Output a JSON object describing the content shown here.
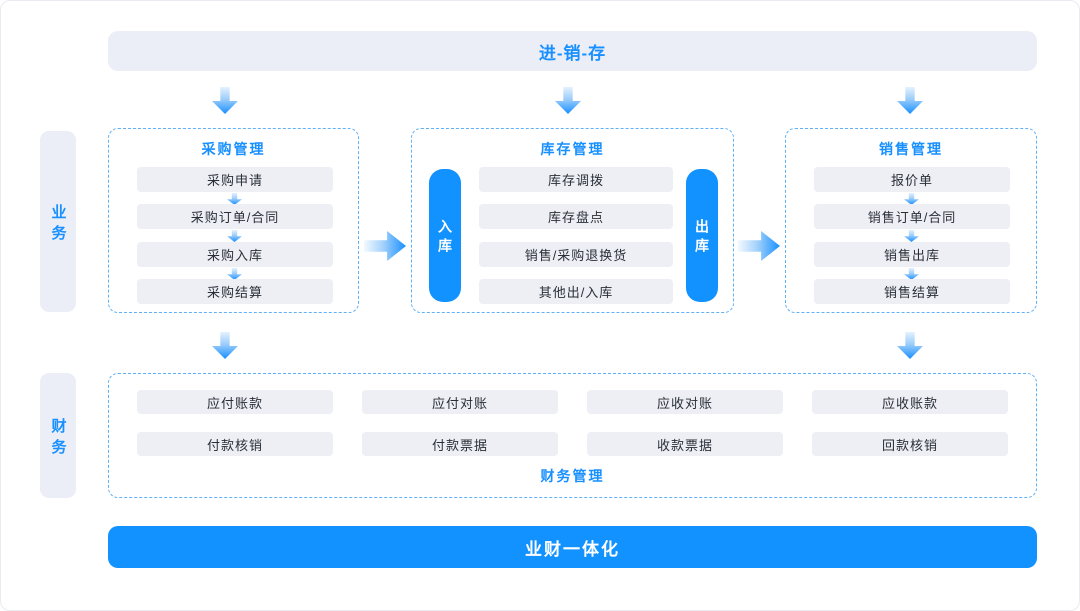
{
  "header": {
    "title": "进-销-存"
  },
  "footer": {
    "title": "业财一体化"
  },
  "sidebar": {
    "business_label": "业务",
    "finance_label": "财务"
  },
  "purchase": {
    "title": "采购管理",
    "items": [
      "采购申请",
      "采购订单/合同",
      "采购入库",
      "采购结算"
    ]
  },
  "inventory": {
    "title": "库存管理",
    "inbound_label": "入库",
    "outbound_label": "出库",
    "items": [
      "库存调拨",
      "库存盘点",
      "销售/采购退换货",
      "其他出/入库"
    ]
  },
  "sales": {
    "title": "销售管理",
    "items": [
      "报价单",
      "销售订单/合同",
      "销售出库",
      "销售结算"
    ]
  },
  "finance": {
    "title": "财务管理",
    "row1": [
      "应付账款",
      "应付对账",
      "应收对账",
      "应收账款"
    ],
    "row2": [
      "付款核销",
      "付款票据",
      "收款票据",
      "回款核销"
    ]
  },
  "icons": {
    "down_arrow": "gradient blue arrow pointing down",
    "right_arrow": "gradient blue arrow pointing right"
  },
  "colors": {
    "accent_blue": "#1890ff",
    "solid_blue": "#1292ff",
    "dashed_border": "#5eb1f7",
    "item_bg": "#edeff5",
    "banner_bg": "#eceef7",
    "item_text": "#2a2e37",
    "white": "#ffffff"
  }
}
